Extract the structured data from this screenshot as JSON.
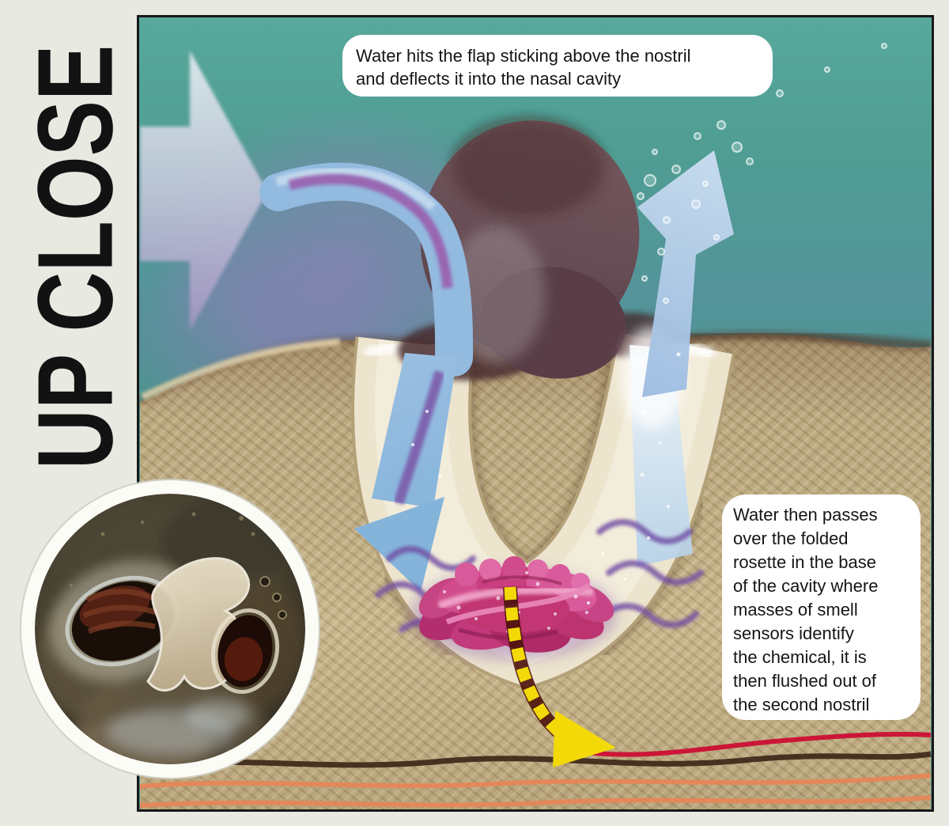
{
  "scene": {
    "background_color": "#e8e9e1",
    "panel_border_color": "#181818"
  },
  "label": {
    "text": "UP CLOSE"
  },
  "callouts": {
    "top": {
      "lines": [
        "Water hits the flap sticking above the nostril",
        "and deflects it into the nasal cavity"
      ]
    },
    "side": {
      "lines": [
        "Water then passes",
        "over the folded",
        "rosette in the base",
        "of the cavity where",
        "masses of smell",
        "sensors identify",
        "the chemical, it is",
        "then flushed out of",
        "the second nostril"
      ]
    }
  },
  "diagram": {
    "subject": "Cross-section of a fish nostril showing water flow over the smell rosette",
    "colors": {
      "water": "#4f9c92",
      "skin": "#c3b188",
      "cavity": "#ece4cd",
      "nostril_flap": "#7c5f68",
      "current_arrow": "#c6c3da",
      "flow_arrows": "#8fb8dd",
      "flow_stripe": "#7b57a8",
      "rosette": "#c93f80",
      "signal_arrow": "#f3d908",
      "nerve_line": "#cc1638",
      "tissue_line": "#3a2517",
      "deep_layer_lines": "#e2885a",
      "inset_ring": "#fcfcf7"
    }
  }
}
